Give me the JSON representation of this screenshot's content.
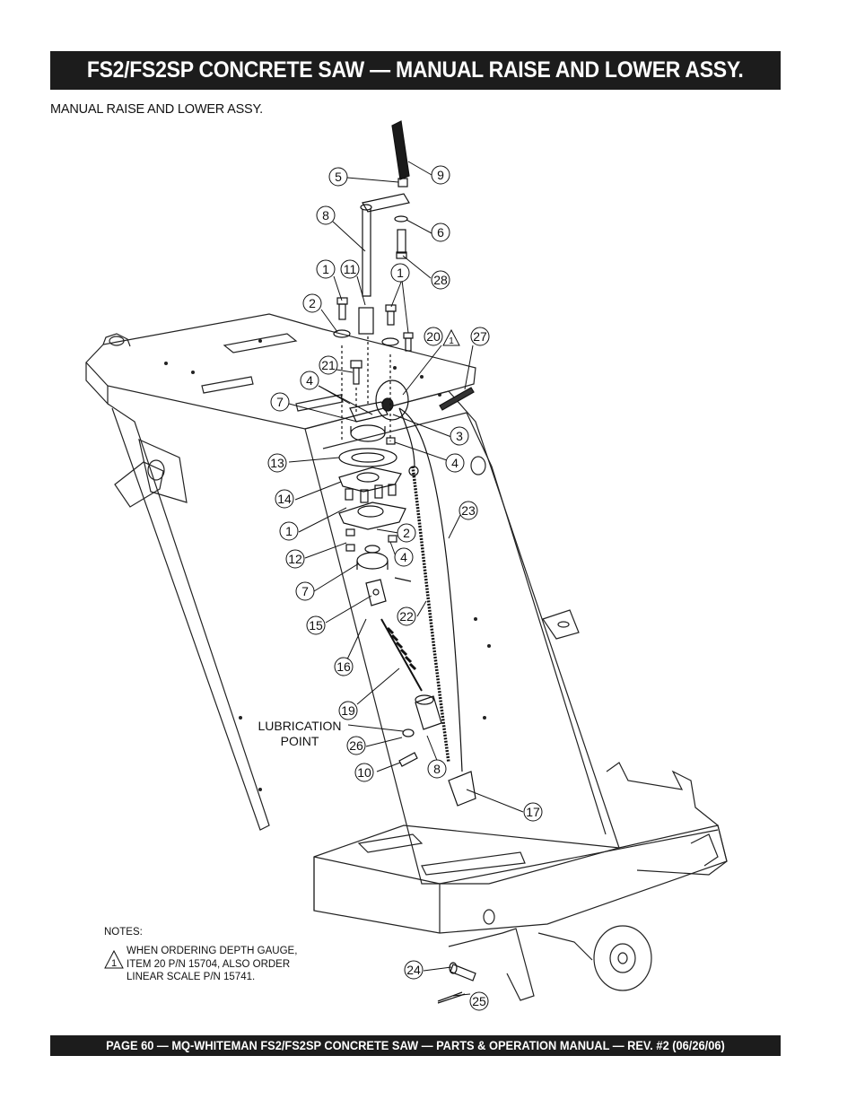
{
  "header": {
    "title": "FS2/FS2SP CONCRETE SAW —  MANUAL RAISE AND LOWER ASSY."
  },
  "subtitle": "MANUAL RAISE AND LOWER ASSY.",
  "diagram": {
    "callouts": [
      "5",
      "9",
      "8",
      "6",
      "1",
      "11",
      "1",
      "28",
      "2",
      "20",
      "27",
      "21",
      "4",
      "7",
      "3",
      "4",
      "13",
      "14",
      "23",
      "1",
      "2",
      "12",
      "4",
      "7",
      "22",
      "15",
      "16",
      "19",
      "26",
      "8",
      "10",
      "17",
      "24",
      "25"
    ],
    "lubrication_label": [
      "LUBRICATION",
      "POINT"
    ]
  },
  "notes": {
    "heading": "NOTES:",
    "warning_symbol": "1",
    "lines": [
      "WHEN ORDERING DEPTH GAUGE,",
      "ITEM 20 P/N 15704, ALSO ORDER",
      "LINEAR SCALE P/N 15741."
    ]
  },
  "footer": {
    "text": "PAGE 60 — MQ-WHITEMAN FS2/FS2SP  CONCRETE SAW — PARTS & OPERATION MANUAL — REV. #2 (06/26/06)"
  }
}
